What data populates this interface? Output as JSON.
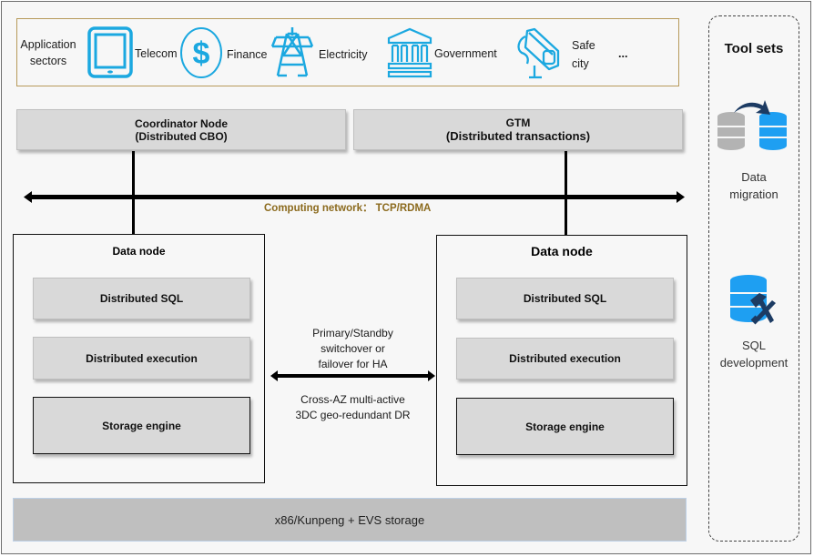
{
  "sectors": {
    "label": "Application\nsectors",
    "label_line1": "Application",
    "label_line2": "sectors",
    "items": [
      {
        "name": "Telecom",
        "icon": "tablet-icon"
      },
      {
        "name": "Finance",
        "icon": "dollar-coin-icon"
      },
      {
        "name": "Electricity",
        "icon": "power-tower-icon"
      },
      {
        "name": "Government",
        "icon": "government-building-icon"
      },
      {
        "name_line1": "Safe",
        "name_line2": "city",
        "icon": "security-camera-icon"
      }
    ],
    "more": "..."
  },
  "coordinator": {
    "line1": "Coordinator Node",
    "line2": "(Distributed CBO)"
  },
  "gtm": {
    "line1": "GTM",
    "line2": "(Distributed transactions)"
  },
  "network": {
    "label": "Computing network： TCP/RDMA"
  },
  "data_nodes": [
    {
      "title": "Data node",
      "layers": [
        "Distributed SQL",
        "Distributed execution",
        "Storage engine"
      ]
    },
    {
      "title": "Data node",
      "layers": [
        "Distributed SQL",
        "Distributed execution",
        "Storage engine"
      ]
    }
  ],
  "ha": {
    "top": [
      "Primary/Standby",
      "switchover or",
      "failover for HA"
    ],
    "bottom": [
      "Cross-AZ multi-active",
      "3DC geo-redundant DR"
    ]
  },
  "base": {
    "label": "x86/Kunpeng + EVS storage"
  },
  "tools": {
    "title": "Tool sets",
    "items": [
      {
        "line1": "Data",
        "line2": "migration",
        "icon": "data-migration-icon"
      },
      {
        "line1": "SQL",
        "line2": "development",
        "icon": "sql-development-icon"
      }
    ]
  },
  "colors": {
    "icon_blue": "#1ba8e0",
    "network_label": "#8b6a1d",
    "sector_border": "#b79a5a",
    "box_gray": "#d9d9d9",
    "base_gray": "#bfbfbf",
    "db_blue": "#1e9ff2",
    "db_gray": "#b3b3b3",
    "navy": "#1c3b63"
  }
}
